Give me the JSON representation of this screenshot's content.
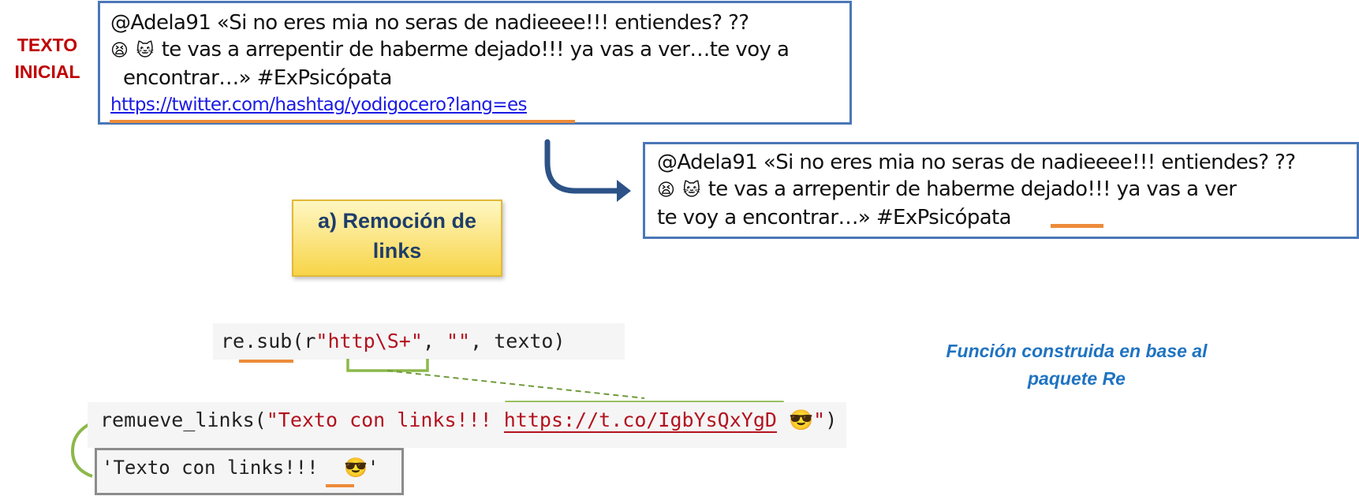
{
  "initial_label": [
    "TEXTO",
    "INICIAL"
  ],
  "initial_tweet": {
    "line1": "@Adela91 «Si no eres mia no seras de nadieeee!!! entiendes? ??",
    "line2_emojis": [
      "😫",
      "🐱"
    ],
    "line2_text": "te vas a arrepentir de haberme dejado!!! ya vas a ver…te voy a",
    "line3": "encontrar…» #ExPsicópata",
    "link": "https://twitter.com/hashtag/yodigocero?lang=es"
  },
  "result_tweet": {
    "line1": "@Adela91 «Si no eres mia no seras de nadieeee!!! entiendes? ??",
    "line2_emojis": [
      "😫",
      "🐱"
    ],
    "line2_text": "te vas a arrepentir de haberme dejado!!! ya vas a ver",
    "line3": "te voy a encontrar…» #ExPsicópata"
  },
  "step_title": [
    "a) Remoción de",
    "links"
  ],
  "regex_code": {
    "func": "re.sub",
    "open": "(r",
    "pattern": "\"http\\S+\"",
    "sep1": ", ",
    "replacement": "\"\"",
    "sep2": ", texto)"
  },
  "note": [
    "Función construida en base al",
    "paquete Re"
  ],
  "call_code": {
    "func": "remueve_links(",
    "string_start": "\"Texto con links!!! ",
    "url": "https://t.co/IgbYsQxYgD",
    "emoji": "😎",
    "string_end": "\"",
    "close": ")"
  },
  "output_code": {
    "text": "'Texto con links!!! ",
    "emoji": "😎",
    "end": "'"
  },
  "colors": {
    "box_border": "#4a77b7",
    "highlight_orange": "#ed8b3a",
    "bracket_green": "#8cb84a",
    "arrow": "#2c5287",
    "label_red": "#c00000"
  }
}
